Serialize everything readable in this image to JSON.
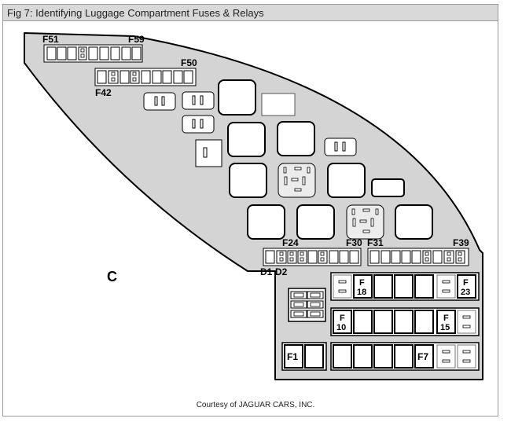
{
  "figure": {
    "title": "Fig 7: Identifying Luggage Compartment Fuses & Relays",
    "credit": "Courtesy of JAGUAR CARS, INC."
  },
  "labels": {
    "f51": "F51",
    "f59": "F59",
    "f50": "F50",
    "f42": "F42",
    "f24": "F24",
    "f30": "F30",
    "f31": "F31",
    "f39": "F39",
    "d1": "D1",
    "d2": "D2",
    "c": "C"
  },
  "fuses": {
    "f18": {
      "top": "F",
      "bottom": "18"
    },
    "f23": {
      "top": "F",
      "bottom": "23"
    },
    "f10": {
      "top": "F",
      "bottom": "10"
    },
    "f15": {
      "top": "F",
      "bottom": "15"
    },
    "f1": "F1",
    "f7": "F7"
  },
  "colors": {
    "panel_fill": "#d4d4d4",
    "slot_fill": "#ffffff",
    "outline": "#000000",
    "title_bar": "#d9d9d9"
  }
}
